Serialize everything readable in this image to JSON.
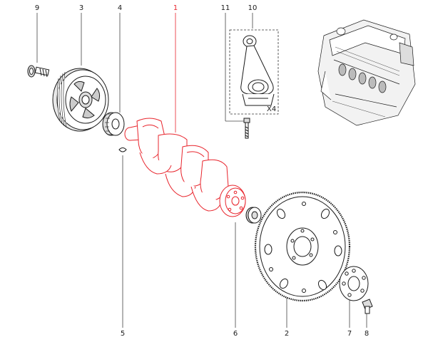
{
  "callouts": [
    {
      "id": "c9",
      "label": "9"
    },
    {
      "id": "c3",
      "label": "3"
    },
    {
      "id": "c4",
      "label": "4"
    },
    {
      "id": "c1",
      "label": "1"
    },
    {
      "id": "c11",
      "label": "11"
    },
    {
      "id": "c10",
      "label": "10"
    },
    {
      "id": "c5",
      "label": "5"
    },
    {
      "id": "c6",
      "label": "6"
    },
    {
      "id": "c2",
      "label": "2"
    },
    {
      "id": "c7",
      "label": "7"
    },
    {
      "id": "c8",
      "label": "8"
    }
  ],
  "detail_box": {
    "quantity_label": "X4"
  },
  "colors": {
    "ink": "#1a1a1a",
    "highlight": "#e8242c",
    "callout_line": "#444444"
  },
  "icons": [
    "engine-block-icon",
    "crankshaft-icon",
    "flywheel-icon",
    "pulley-icon",
    "connecting-rod-icon"
  ]
}
